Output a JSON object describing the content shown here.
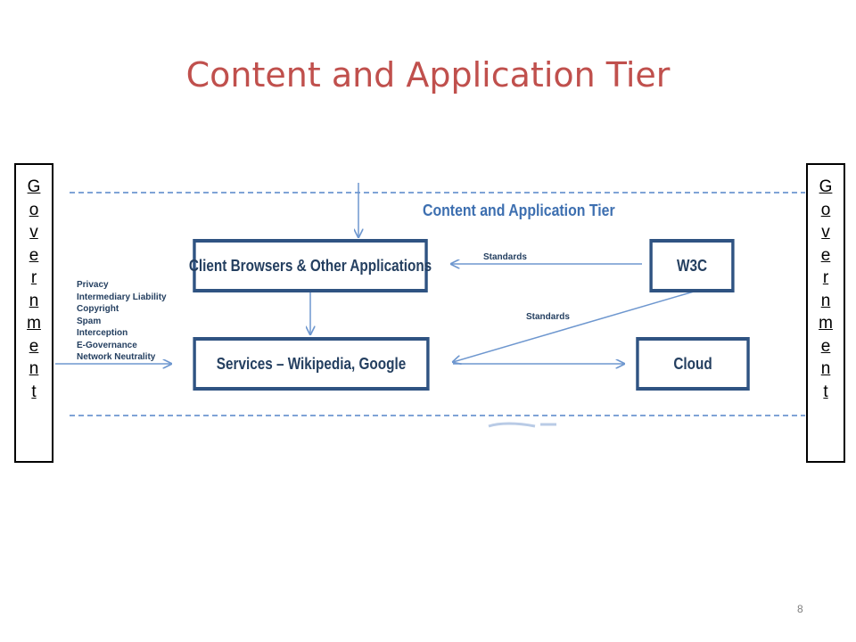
{
  "slide": {
    "title": "Content and Application Tier",
    "page_number": "8"
  },
  "government_left": {
    "letters": [
      "G",
      "o",
      "v",
      "e",
      "r",
      "n",
      "m",
      "e",
      "n",
      "t"
    ]
  },
  "government_right": {
    "letters": [
      "G",
      "o",
      "v",
      "e",
      "r",
      "n",
      "m",
      "e",
      "n",
      "t"
    ]
  },
  "diagram": {
    "tier_label": "Content and Application Tier",
    "client_box": "Client Browsers & Other Applications",
    "w3c_box": "W3C",
    "services_box": "Services – Wikipedia, Google",
    "cloud_box": "Cloud",
    "standards_top": "Standards",
    "standards_diag": "Standards",
    "issues": [
      "Privacy",
      "Intermediary Liability",
      "Copyright",
      "Spam",
      "Interception",
      "E-Governance",
      "Network Neutrality"
    ]
  },
  "colors": {
    "title": "#c0504d",
    "box_border": "#2f5382",
    "dashed_line": "#7fa3d6",
    "arrow": "#6e97cf"
  }
}
